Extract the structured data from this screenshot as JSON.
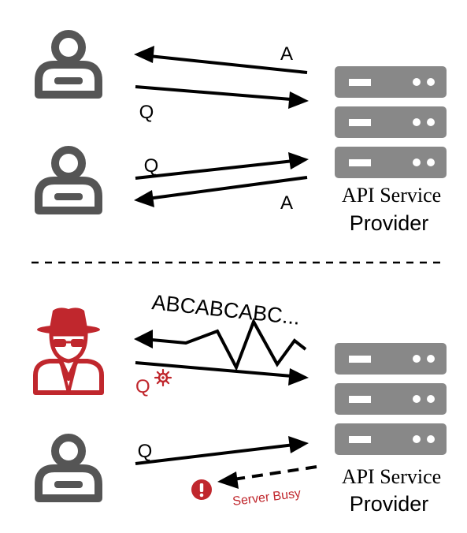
{
  "top_panel": {
    "server_label_line1": "API Service",
    "server_label_line2": "Provider",
    "user1_answer_label": "A",
    "user1_question_label": "Q",
    "user2_question_label": "Q",
    "user2_answer_label": "A"
  },
  "bottom_panel": {
    "server_label_line1": "API Service",
    "server_label_line2": "Provider",
    "attacker_response_label": "ABCABCABC...",
    "attacker_question_label": "Q",
    "user_question_label": "Q",
    "busy_label": "Server Busy"
  },
  "colors": {
    "user_icon": "#555555",
    "server": "#888888",
    "attacker": "#c0272d",
    "arrow": "#000000"
  },
  "icons": {
    "user": "person-icon",
    "attacker": "hacker-icon",
    "server": "server-rack-icon",
    "virus": "virus-icon",
    "warning": "exclamation-icon"
  }
}
